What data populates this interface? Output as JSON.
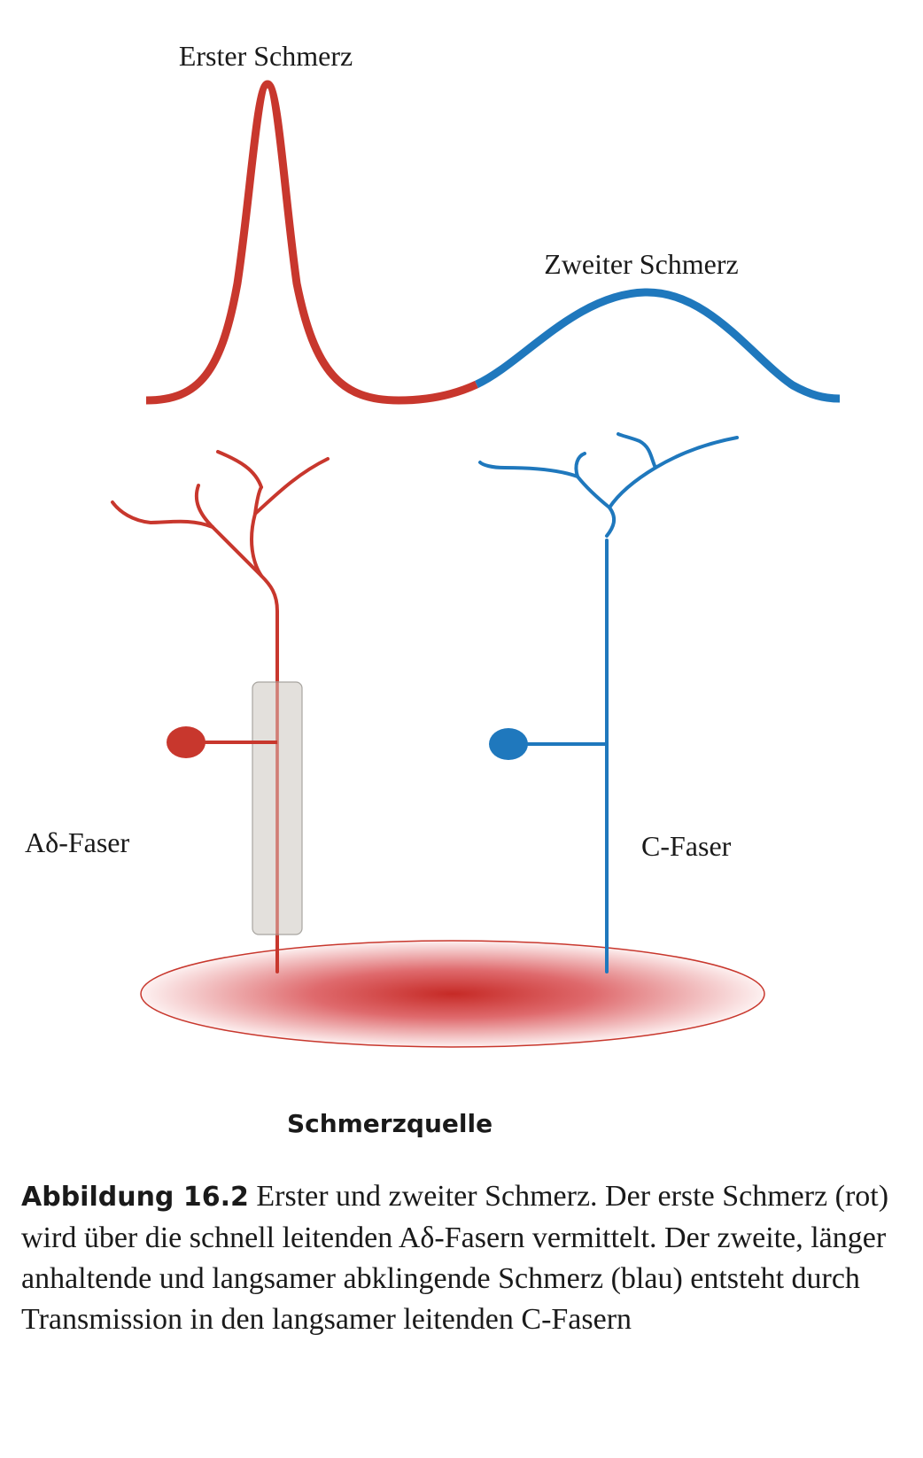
{
  "colors": {
    "first_pain": "#c8372d",
    "second_pain": "#1f78bd",
    "highlight_box": "#dedbd6",
    "source_center": "#c62a26"
  },
  "labels": {
    "first_pain": "Erster Schmerz",
    "second_pain": "Zweiter Schmerz",
    "a_delta_fiber": "Aδ-Faser",
    "c_fiber": "C-Faser",
    "pain_source": "Schmerzquelle"
  },
  "caption": {
    "label": "Abbildung 16.2",
    "text": " Erster und zweiter Schmerz. Der erste Schmerz (rot) wird über die schnell leitenden Aδ-Fasern vermittelt. Der zweite, länger anhaltende und langsamer abklingende Schmerz (blau) entsteht durch Transmission in den langsamer leitenden C-Fasern"
  }
}
